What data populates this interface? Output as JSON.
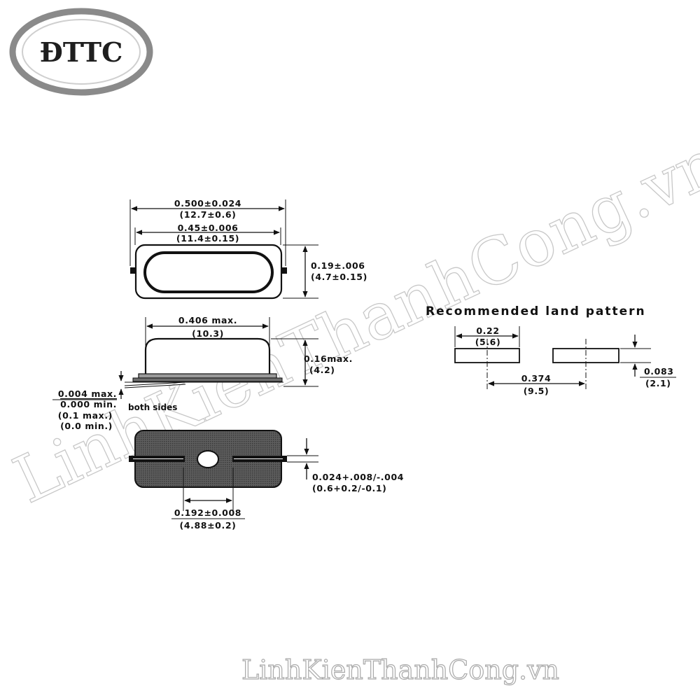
{
  "logo": {
    "text": "ĐTTC"
  },
  "watermark": {
    "diagonal": "LinhKienThanhCong.vn",
    "bottom": "LinhKienThanhCong.vn"
  },
  "top_view": {
    "overall_width": {
      "inch": "0.500±0.024",
      "mm": "(12.7±0.6)"
    },
    "body_width": {
      "inch": "0.45±0.006",
      "mm": "(11.4±0.15)"
    },
    "height": {
      "inch": "0.19±.006",
      "mm": "(4.7±0.15)"
    }
  },
  "side_view": {
    "can_width": {
      "inch": "0.406 max.",
      "mm": "(10.3)"
    },
    "can_height": {
      "inch": "0.16max.",
      "mm": "(4.2)"
    },
    "standoff": {
      "inch_max": "0.004 max.",
      "inch_min": "0.000 min.",
      "mm_max": "(0.1 max.)",
      "mm_min": "(0.0 min.)"
    },
    "note": "both sides"
  },
  "bottom_view": {
    "lead_thickness": {
      "inch": "0.024+.008/-.004",
      "mm": "(0.6+0.2/-0.1)"
    },
    "pitch": {
      "inch": "0.192±0.008",
      "mm": "(4.88±0.2)"
    }
  },
  "land_pattern": {
    "title": "Recommended land pattern",
    "pad_length": {
      "inch": "0.22",
      "mm": "(5.6)"
    },
    "pad_spacing": {
      "inch": "0.374",
      "mm": "(9.5)"
    },
    "pad_height": {
      "inch": "0.083",
      "mm": "(2.1)"
    }
  }
}
